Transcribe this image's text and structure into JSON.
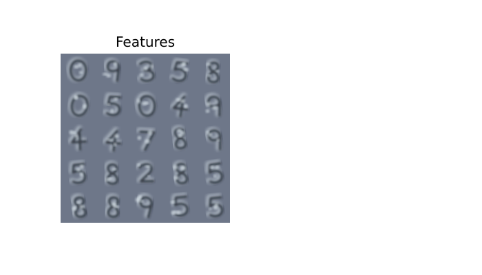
{
  "figure": {
    "title": "Features"
  },
  "grid": {
    "rows": 5,
    "cols": 5,
    "background_color": "#6E7789",
    "light_color": "#DCE6EC",
    "dark_color": "#141A26",
    "cells": [
      {
        "depicts": "0"
      },
      {
        "depicts": "9"
      },
      {
        "depicts": "3"
      },
      {
        "depicts": "5"
      },
      {
        "depicts": "8"
      },
      {
        "depicts": "0"
      },
      {
        "depicts": "5"
      },
      {
        "depicts": "0"
      },
      {
        "depicts": "4"
      },
      {
        "depicts": "9"
      },
      {
        "depicts": "4"
      },
      {
        "depicts": "4"
      },
      {
        "depicts": "7"
      },
      {
        "depicts": "8"
      },
      {
        "depicts": "9"
      },
      {
        "depicts": "5"
      },
      {
        "depicts": "8"
      },
      {
        "depicts": "2"
      },
      {
        "depicts": "8"
      },
      {
        "depicts": "5"
      },
      {
        "depicts": "8"
      },
      {
        "depicts": "8"
      },
      {
        "depicts": "9"
      },
      {
        "depicts": "5"
      },
      {
        "depicts": "5"
      }
    ]
  }
}
